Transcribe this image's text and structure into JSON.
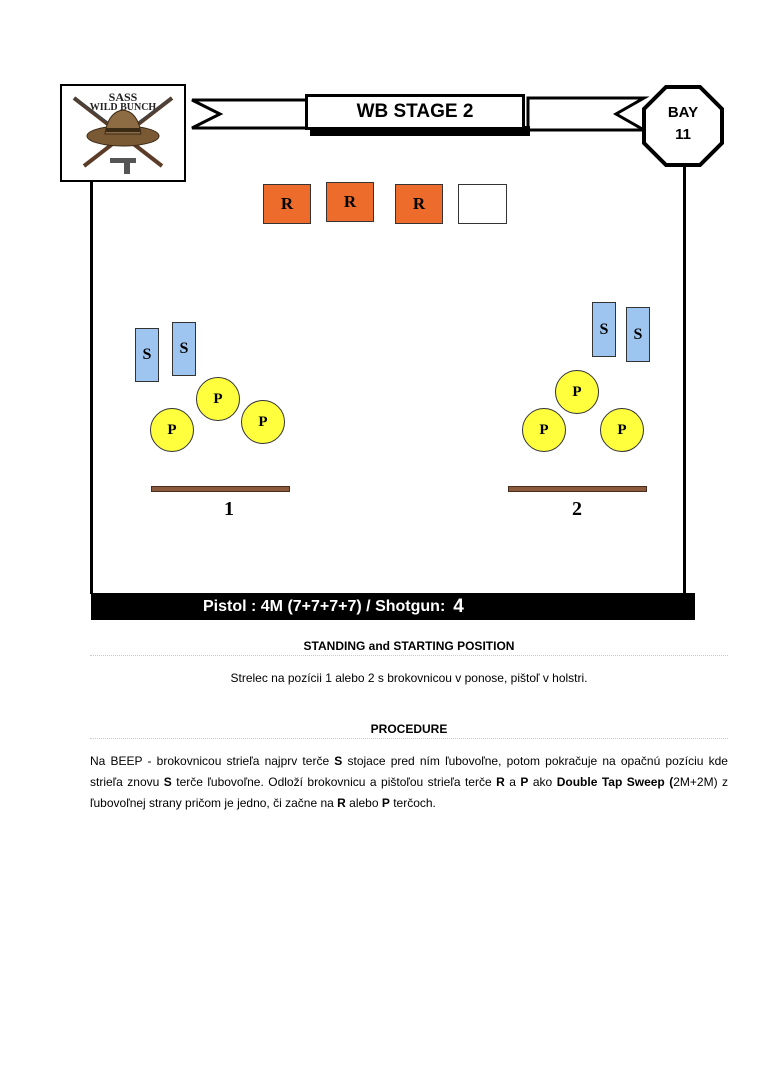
{
  "logo": {
    "line1": "SASS",
    "line2": "WILD BUNCH"
  },
  "stage_title": "WB STAGE 2",
  "bay": {
    "label": "BAY",
    "number": "11"
  },
  "targets": {
    "rifle": [
      {
        "label": "R",
        "color": "#ee6c2b"
      },
      {
        "label": "R",
        "color": "#ee6c2b"
      },
      {
        "label": "R",
        "color": "#ee6c2b"
      },
      {
        "label": "",
        "color": "#ffffff"
      }
    ],
    "shotgun_left": [
      "S",
      "S"
    ],
    "shotgun_right": [
      "S",
      "S"
    ],
    "pistol_left": [
      "P",
      "P",
      "P"
    ],
    "pistol_right": [
      "P",
      "P",
      "P"
    ]
  },
  "positions": [
    "1",
    "2"
  ],
  "info_bar": {
    "pistol_text": "Pistol :  4M (7+7+7+7)  /  Shotgun:",
    "shotgun_value": "4"
  },
  "standing": {
    "title": "STANDING and STARTING POSITION",
    "text": "Strelec  na pozícii 1 alebo 2 s  brokovnicou v ponose, pištoľ v holstri."
  },
  "procedure": {
    "title": "PROCEDURE",
    "parts": [
      "Na BEEP -  brokovnicou  strieľa  najprv terče ",
      "S",
      " stojace pred ním ľubovoľne, potom pokračuje na opačnú pozíciu kde strieľa znovu ",
      "S",
      " terče ľubovoľne. Odloží brokovnicu a pištoľou strieľa terče ",
      "R",
      "  a ",
      "P",
      " ako  ",
      "Double Tap Sweep",
      " ",
      "(",
      "2M+2M) z ľubovoľnej strany pričom je jedno, či začne na ",
      "R",
      " alebo ",
      "P",
      " terčoch."
    ]
  },
  "colors": {
    "rifle_target": "#ee6c2b",
    "shotgun_target": "#9ec5ef",
    "pistol_target": "#ffff3d",
    "position_bar": "#8b5a3c"
  }
}
